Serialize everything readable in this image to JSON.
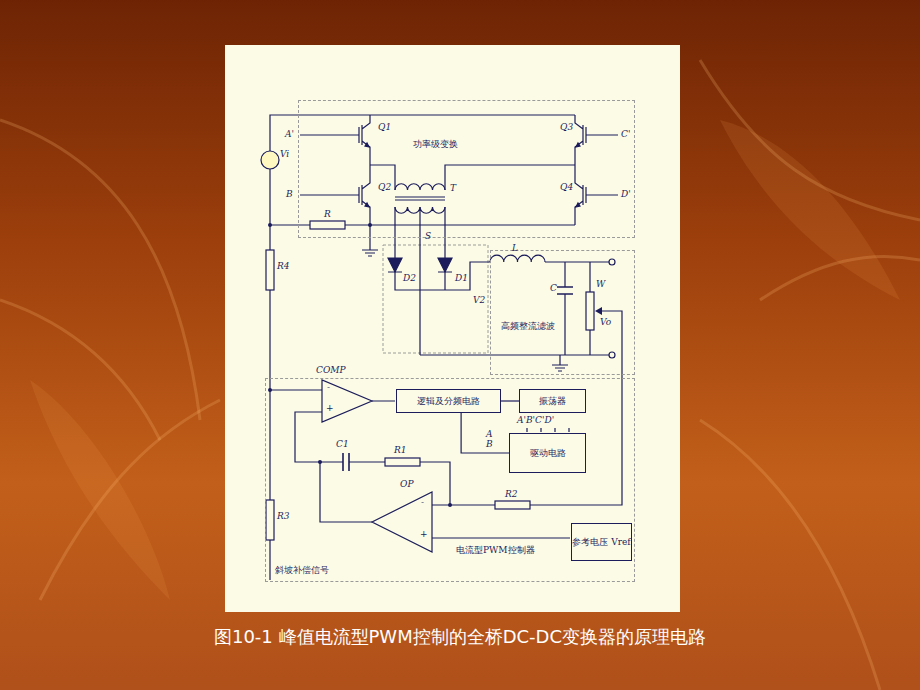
{
  "diagram": {
    "caption": "图10-1 峰值电流型PWM控制的全桥DC-DC变换器的原理电路",
    "nodes": [
      {
        "text": [
          "功率级变换"
        ]
      },
      {
        "text": [
          "高频整流滤波"
        ]
      },
      {
        "text": [
          "电流型PWM控制器"
        ]
      },
      {
        "text": [
          "逻辑及分频电路"
        ],
        "in": 2
      },
      {
        "text": [
          "振荡器"
        ],
        "in": 2
      },
      {
        "text": [
          "驱动电路"
        ],
        "in": 2
      },
      {
        "text": [
          "参考电压 Vref"
        ],
        "in": 2
      }
    ],
    "edges": [
      {
        "from": 4,
        "to": 3,
        "arrow": "none"
      },
      {
        "from": 3,
        "to": 5,
        "arrow": "none"
      }
    ],
    "labels": [
      "A'",
      "Q1",
      "B",
      "Q2",
      "C'",
      "Q3",
      "D'",
      "Q4",
      "Vi",
      "R",
      "T",
      "S",
      "D2",
      "D1",
      "L",
      "V2",
      "C",
      "W",
      "Vo",
      "R4",
      "R3",
      "COMP",
      "-",
      "+",
      "C1",
      "R1",
      "OP",
      "-",
      "+",
      "R2",
      "A'B'C'D'",
      "A",
      "B",
      "斜坡补偿信号"
    ]
  }
}
